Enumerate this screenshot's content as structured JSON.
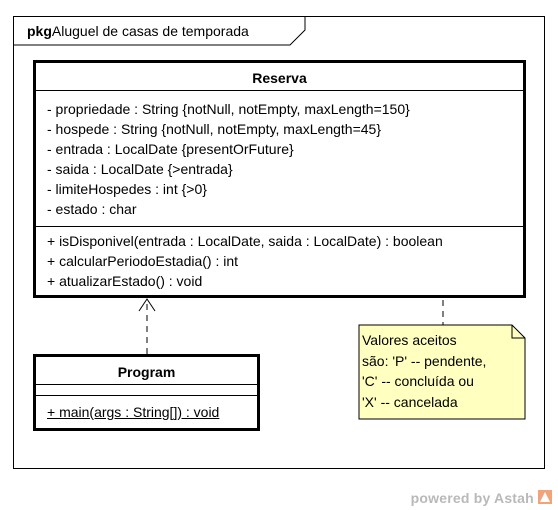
{
  "package": {
    "keyword": "pkg",
    "name": "Aluguel de casas de temporada"
  },
  "classes": {
    "reserva": {
      "name": "Reserva",
      "attributes": [
        "- propriedade : String {notNull, notEmpty, maxLength=150}",
        "- hospede : String {notNull, notEmpty, maxLength=45}",
        "- entrada : LocalDate {presentOrFuture}",
        "- saida : LocalDate {>entrada}",
        "- limiteHospedes : int {>0}",
        "- estado : char"
      ],
      "operations": [
        "+ isDisponivel(entrada : LocalDate, saida : LocalDate) : boolean",
        "+ calcularPeriodoEstadia() : int",
        "+ atualizarEstado() : void"
      ]
    },
    "program": {
      "name": "Program",
      "operations": [
        "+ main(args : String[]) : void"
      ]
    }
  },
  "note": {
    "lines": [
      "Valores aceitos",
      "são: 'P' -- pendente,",
      "'C' -- concluída ou",
      "'X' -- cancelada"
    ],
    "fill": "#ffffc0"
  },
  "relationships": [
    {
      "type": "dependency",
      "from": "Program",
      "to": "Reserva"
    },
    {
      "type": "note-anchor",
      "from": "note",
      "to": "Reserva.estado"
    }
  ],
  "watermark": {
    "text": "powered by Astah",
    "logo": "astah-logo"
  }
}
